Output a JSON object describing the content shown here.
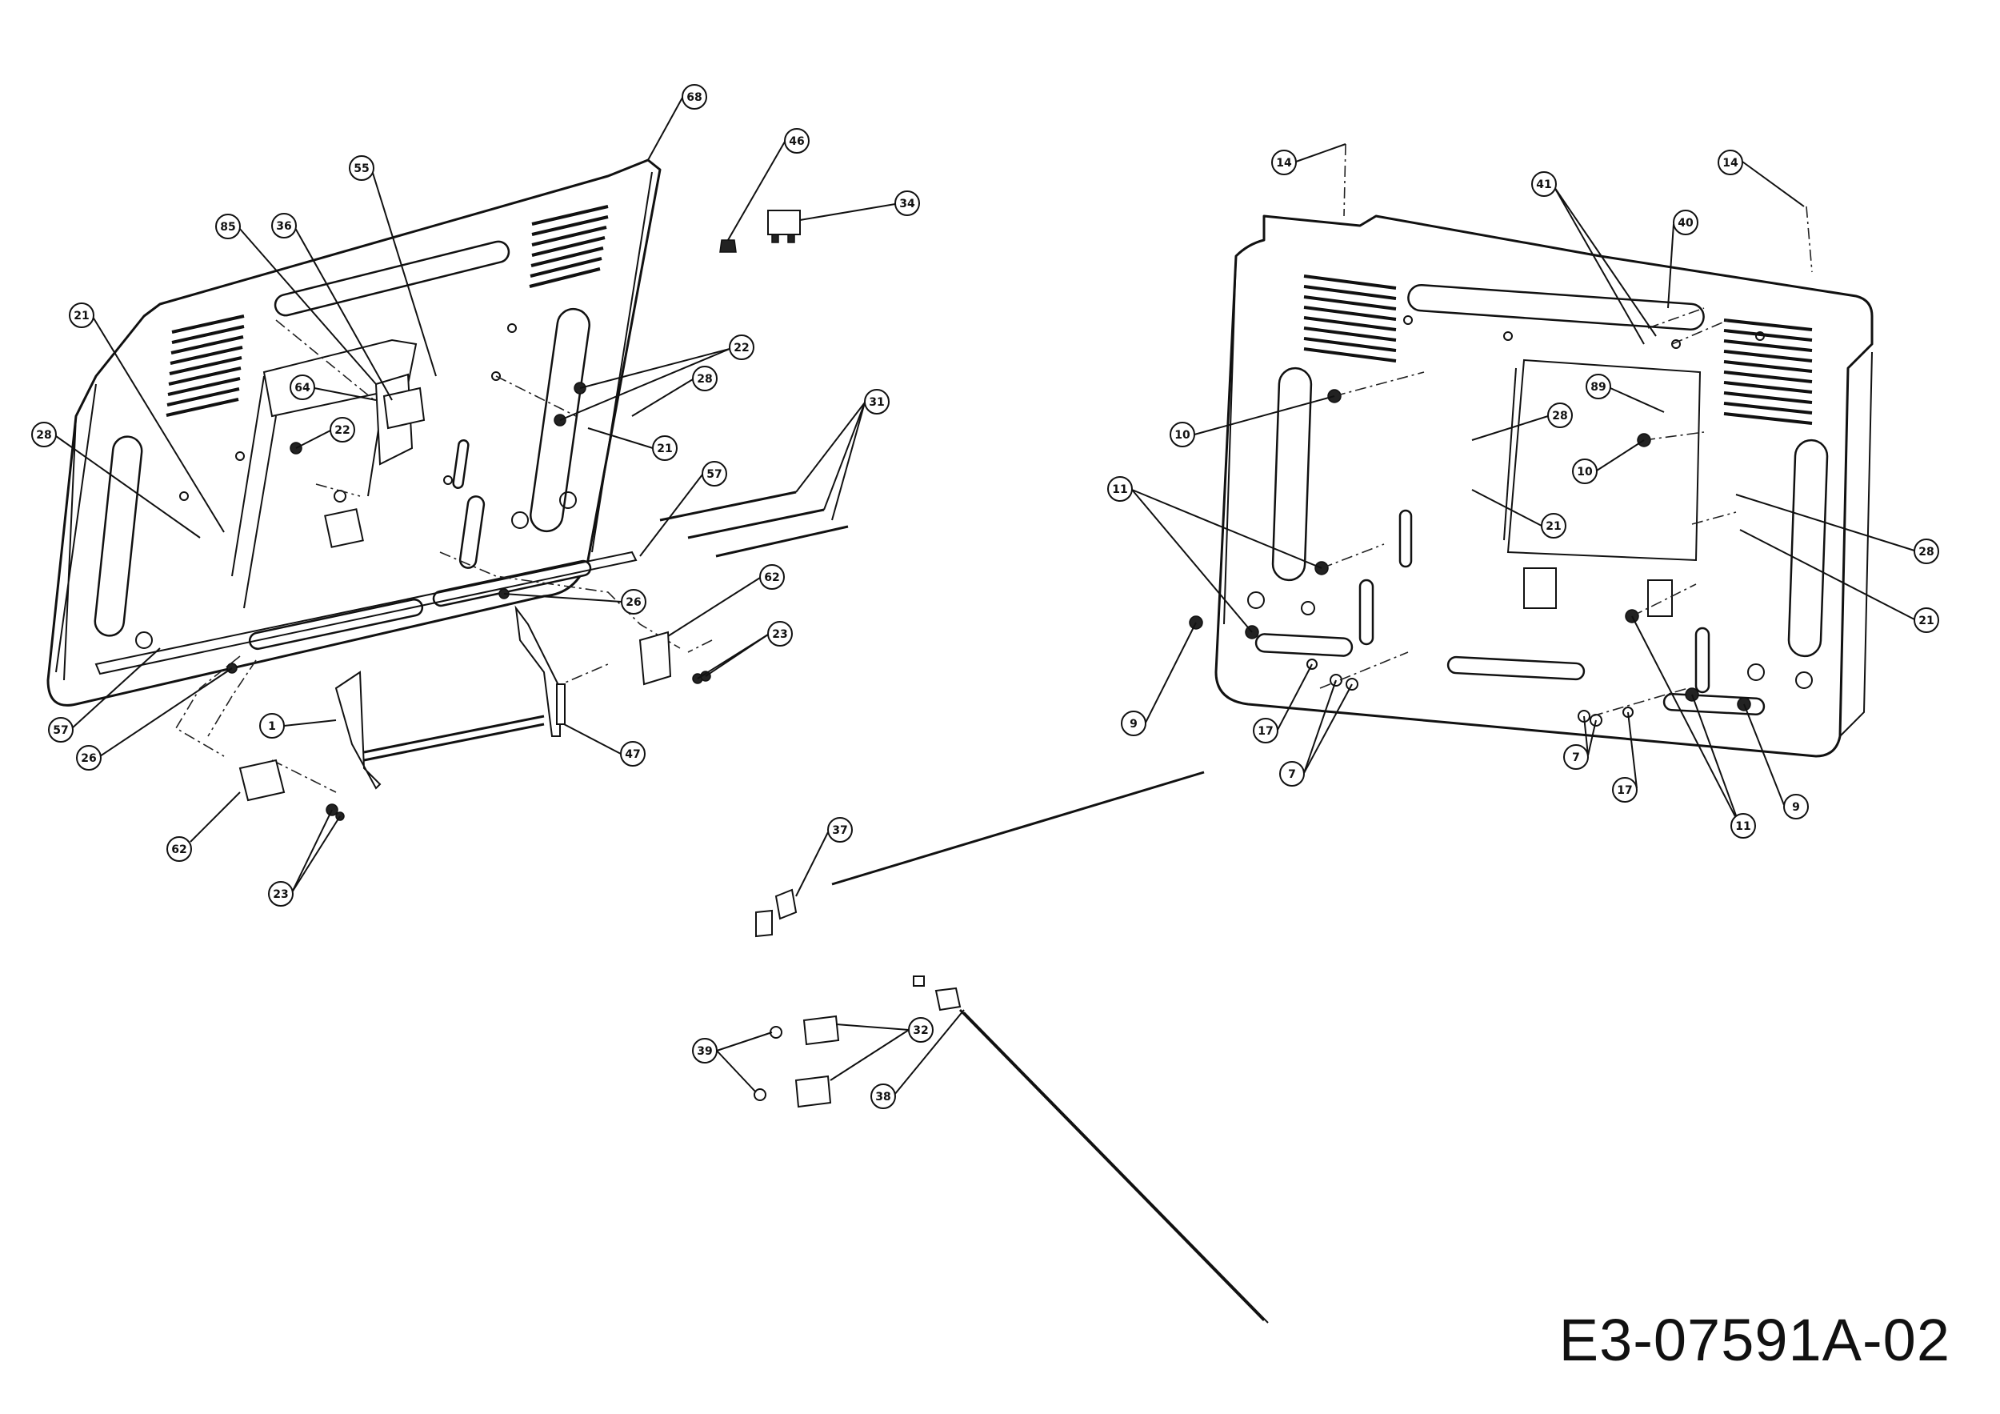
{
  "drawing": {
    "id": "E3-07591A-02"
  },
  "callouts": [
    {
      "label": "68"
    },
    {
      "label": "46"
    },
    {
      "label": "34"
    },
    {
      "label": "55"
    },
    {
      "label": "85"
    },
    {
      "label": "36"
    },
    {
      "label": "21"
    },
    {
      "label": "28"
    },
    {
      "label": "64"
    },
    {
      "label": "22"
    },
    {
      "label": "22"
    },
    {
      "label": "28"
    },
    {
      "label": "21"
    },
    {
      "label": "31"
    },
    {
      "label": "57"
    },
    {
      "label": "26"
    },
    {
      "label": "62"
    },
    {
      "label": "23"
    },
    {
      "label": "57"
    },
    {
      "label": "26"
    },
    {
      "label": "1"
    },
    {
      "label": "47"
    },
    {
      "label": "62"
    },
    {
      "label": "23"
    },
    {
      "label": "37"
    },
    {
      "label": "39"
    },
    {
      "label": "32"
    },
    {
      "label": "38"
    },
    {
      "label": "14"
    },
    {
      "label": "14"
    },
    {
      "label": "41"
    },
    {
      "label": "40"
    },
    {
      "label": "89"
    },
    {
      "label": "28"
    },
    {
      "label": "10"
    },
    {
      "label": "10"
    },
    {
      "label": "11"
    },
    {
      "label": "21"
    },
    {
      "label": "28"
    },
    {
      "label": "21"
    },
    {
      "label": "9"
    },
    {
      "label": "17"
    },
    {
      "label": "7"
    },
    {
      "label": "7"
    },
    {
      "label": "17"
    },
    {
      "label": "11"
    },
    {
      "label": "9"
    }
  ]
}
